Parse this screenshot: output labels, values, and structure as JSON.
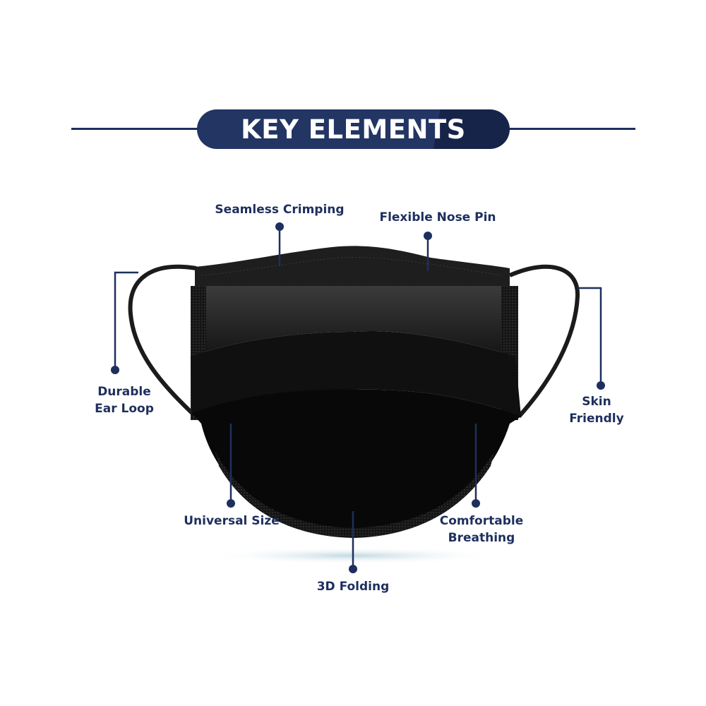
{
  "header": {
    "title": "KEY ELEMENTS"
  },
  "colors": {
    "navy": "#1e2f5e",
    "pill_light": "#223563",
    "pill_dark": "#17244a",
    "mask": "#0a0a0a",
    "background": "#ffffff"
  },
  "callouts": [
    {
      "label": "Seamless Crimping"
    },
    {
      "label": "Flexible Nose Pin"
    },
    {
      "label_line1": "Durable",
      "label_line2": "Ear Loop"
    },
    {
      "label_line1": "Skin",
      "label_line2": "Friendly"
    },
    {
      "label": "Universal Size"
    },
    {
      "label_line1": "Comfortable",
      "label_line2": "Breathing"
    },
    {
      "label": "3D Folding"
    }
  ],
  "image": {
    "subject": "black-face-mask-icon"
  }
}
